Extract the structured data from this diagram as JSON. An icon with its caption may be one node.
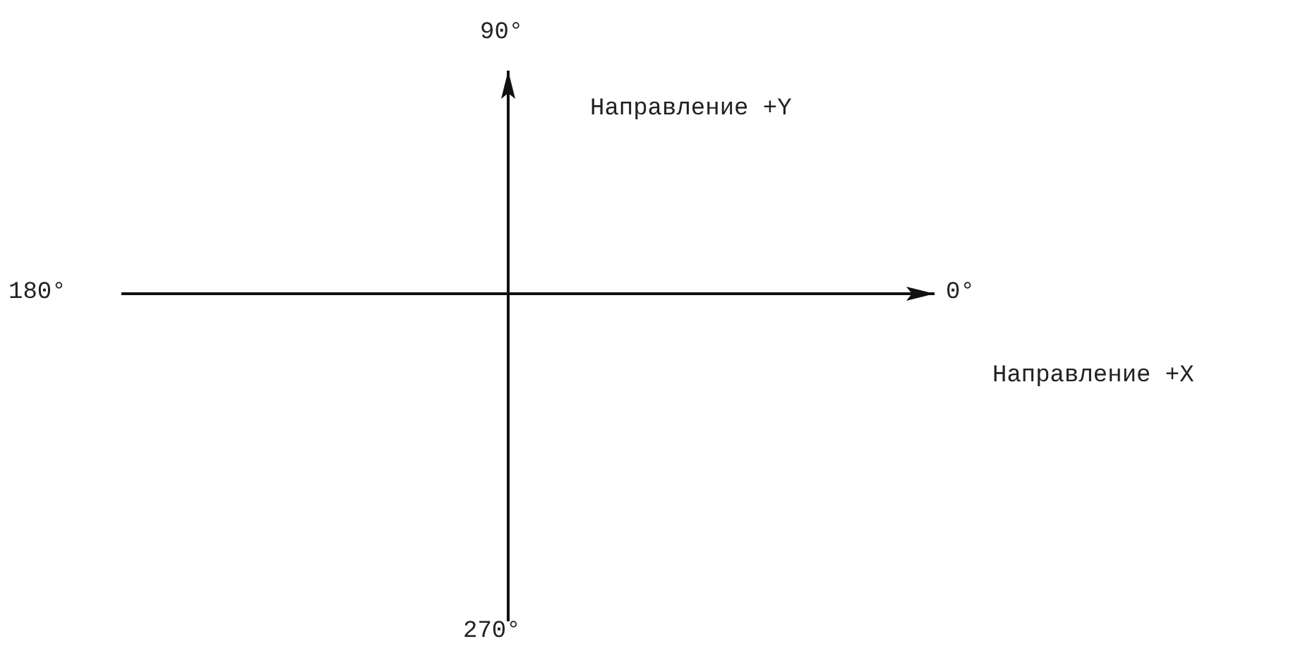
{
  "diagram": {
    "labels": [
      "90°",
      "Направление +Y",
      "180°",
      "0°",
      "Направление +X",
      "270°"
    ]
  }
}
